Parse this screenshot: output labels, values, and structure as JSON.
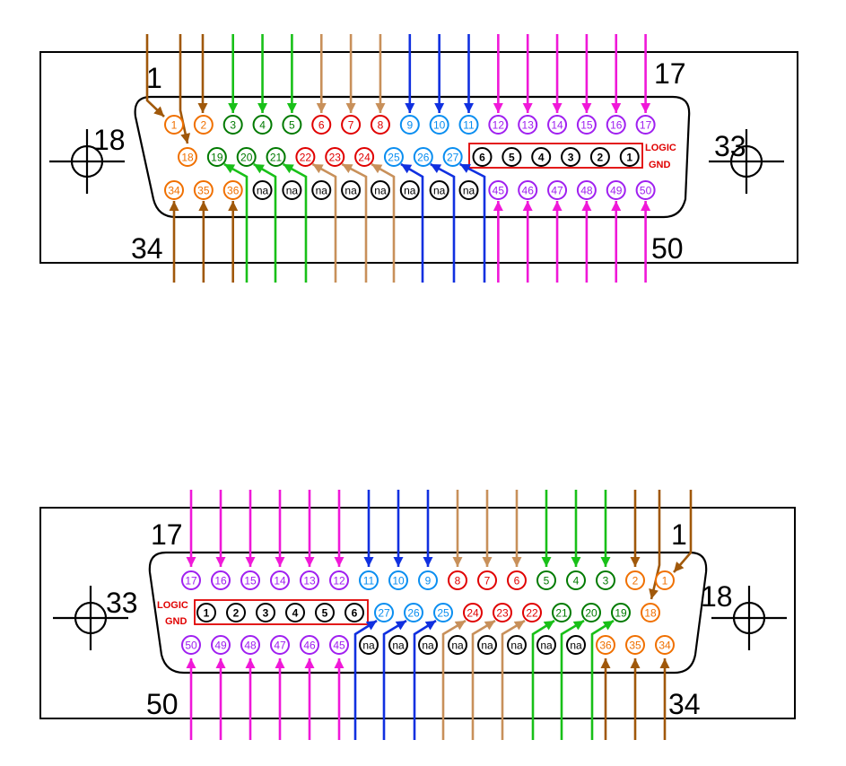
{
  "colors": {
    "orange": "#f07000",
    "dark_green": "#007a00",
    "red": "#e00000",
    "light_blue": "#0a8ef0",
    "purple": "#a020f0",
    "black": "#000000",
    "arrow_dark_brown": "#a0580a",
    "arrow_tan": "#c8905a",
    "arrow_green": "#18c018",
    "arrow_blue": "#1030e0",
    "arrow_magenta": "#f018d8"
  },
  "top_connector": {
    "corners": {
      "tl": "1",
      "tr": "17",
      "left": "18",
      "right": "33",
      "bl": "34",
      "br": "50"
    },
    "row1": [
      {
        "label": "1",
        "color": "orange",
        "arrow": "arrow_dark_brown"
      },
      {
        "label": "2",
        "color": "orange",
        "arrow": "arrow_dark_brown"
      },
      {
        "label": "3",
        "color": "dark_green",
        "arrow": "arrow_green"
      },
      {
        "label": "4",
        "color": "dark_green",
        "arrow": "arrow_green"
      },
      {
        "label": "5",
        "color": "dark_green",
        "arrow": "arrow_green"
      },
      {
        "label": "6",
        "color": "red",
        "arrow": "arrow_tan"
      },
      {
        "label": "7",
        "color": "red",
        "arrow": "arrow_tan"
      },
      {
        "label": "8",
        "color": "red",
        "arrow": "arrow_tan"
      },
      {
        "label": "9",
        "color": "light_blue",
        "arrow": "arrow_blue"
      },
      {
        "label": "10",
        "color": "light_blue",
        "arrow": "arrow_blue"
      },
      {
        "label": "11",
        "color": "light_blue",
        "arrow": "arrow_blue"
      },
      {
        "label": "12",
        "color": "purple",
        "arrow": "arrow_magenta"
      },
      {
        "label": "13",
        "color": "purple",
        "arrow": "arrow_magenta"
      },
      {
        "label": "14",
        "color": "purple",
        "arrow": "arrow_magenta"
      },
      {
        "label": "15",
        "color": "purple",
        "arrow": "arrow_magenta"
      },
      {
        "label": "16",
        "color": "purple",
        "arrow": "arrow_magenta"
      },
      {
        "label": "17",
        "color": "purple",
        "arrow": "arrow_magenta"
      }
    ],
    "row2": [
      {
        "label": "18",
        "color": "orange",
        "arrow": "arrow_dark_brown"
      },
      {
        "label": "19",
        "color": "dark_green",
        "arrow": "arrow_green"
      },
      {
        "label": "20",
        "color": "dark_green",
        "arrow": "arrow_green"
      },
      {
        "label": "21",
        "color": "dark_green",
        "arrow": "arrow_green"
      },
      {
        "label": "22",
        "color": "red",
        "arrow": "arrow_tan"
      },
      {
        "label": "23",
        "color": "red",
        "arrow": "arrow_tan"
      },
      {
        "label": "24",
        "color": "red",
        "arrow": "arrow_tan"
      },
      {
        "label": "25",
        "color": "light_blue",
        "arrow": "arrow_blue"
      },
      {
        "label": "26",
        "color": "light_blue",
        "arrow": "arrow_blue"
      },
      {
        "label": "27",
        "color": "light_blue",
        "arrow": "arrow_blue"
      },
      {
        "label": "6",
        "color": "black",
        "arrow": ""
      },
      {
        "label": "5",
        "color": "black",
        "arrow": ""
      },
      {
        "label": "4",
        "color": "black",
        "arrow": ""
      },
      {
        "label": "3",
        "color": "black",
        "arrow": ""
      },
      {
        "label": "2",
        "color": "black",
        "arrow": ""
      },
      {
        "label": "1",
        "color": "black",
        "arrow": ""
      }
    ],
    "row3": [
      {
        "label": "34",
        "color": "orange",
        "arrow": "arrow_dark_brown"
      },
      {
        "label": "35",
        "color": "orange",
        "arrow": "arrow_dark_brown"
      },
      {
        "label": "36",
        "color": "orange",
        "arrow": "arrow_dark_brown"
      },
      {
        "label": "na",
        "color": "black",
        "arrow": ""
      },
      {
        "label": "na",
        "color": "black",
        "arrow": ""
      },
      {
        "label": "na",
        "color": "black",
        "arrow": ""
      },
      {
        "label": "na",
        "color": "black",
        "arrow": ""
      },
      {
        "label": "na",
        "color": "black",
        "arrow": ""
      },
      {
        "label": "na",
        "color": "black",
        "arrow": ""
      },
      {
        "label": "na",
        "color": "black",
        "arrow": ""
      },
      {
        "label": "na",
        "color": "black",
        "arrow": ""
      },
      {
        "label": "45",
        "color": "purple",
        "arrow": "arrow_magenta"
      },
      {
        "label": "46",
        "color": "purple",
        "arrow": "arrow_magenta"
      },
      {
        "label": "47",
        "color": "purple",
        "arrow": "arrow_magenta"
      },
      {
        "label": "48",
        "color": "purple",
        "arrow": "arrow_magenta"
      },
      {
        "label": "49",
        "color": "purple",
        "arrow": "arrow_magenta"
      },
      {
        "label": "50",
        "color": "purple",
        "arrow": "arrow_magenta"
      }
    ],
    "logic_gnd": [
      "LOGIC",
      "GND"
    ]
  },
  "bottom_connector": {
    "corners": {
      "tl": "17",
      "tr": "1",
      "left": "33",
      "right": "18",
      "bl": "50",
      "br": "34"
    },
    "row1": [
      {
        "label": "17",
        "color": "purple",
        "arrow": "arrow_magenta"
      },
      {
        "label": "16",
        "color": "purple",
        "arrow": "arrow_magenta"
      },
      {
        "label": "15",
        "color": "purple",
        "arrow": "arrow_magenta"
      },
      {
        "label": "14",
        "color": "purple",
        "arrow": "arrow_magenta"
      },
      {
        "label": "13",
        "color": "purple",
        "arrow": "arrow_magenta"
      },
      {
        "label": "12",
        "color": "purple",
        "arrow": "arrow_magenta"
      },
      {
        "label": "11",
        "color": "light_blue",
        "arrow": "arrow_blue"
      },
      {
        "label": "10",
        "color": "light_blue",
        "arrow": "arrow_blue"
      },
      {
        "label": "9",
        "color": "light_blue",
        "arrow": "arrow_blue"
      },
      {
        "label": "8",
        "color": "red",
        "arrow": "arrow_tan"
      },
      {
        "label": "7",
        "color": "red",
        "arrow": "arrow_tan"
      },
      {
        "label": "6",
        "color": "red",
        "arrow": "arrow_tan"
      },
      {
        "label": "5",
        "color": "dark_green",
        "arrow": "arrow_green"
      },
      {
        "label": "4",
        "color": "dark_green",
        "arrow": "arrow_green"
      },
      {
        "label": "3",
        "color": "dark_green",
        "arrow": "arrow_green"
      },
      {
        "label": "2",
        "color": "orange",
        "arrow": "arrow_dark_brown"
      },
      {
        "label": "1",
        "color": "orange",
        "arrow": "arrow_dark_brown"
      }
    ],
    "row2": [
      {
        "label": "1",
        "color": "black",
        "arrow": ""
      },
      {
        "label": "2",
        "color": "black",
        "arrow": ""
      },
      {
        "label": "3",
        "color": "black",
        "arrow": ""
      },
      {
        "label": "4",
        "color": "black",
        "arrow": ""
      },
      {
        "label": "5",
        "color": "black",
        "arrow": ""
      },
      {
        "label": "6",
        "color": "black",
        "arrow": ""
      },
      {
        "label": "27",
        "color": "light_blue",
        "arrow": "arrow_blue"
      },
      {
        "label": "26",
        "color": "light_blue",
        "arrow": "arrow_blue"
      },
      {
        "label": "25",
        "color": "light_blue",
        "arrow": "arrow_blue"
      },
      {
        "label": "24",
        "color": "red",
        "arrow": "arrow_tan"
      },
      {
        "label": "23",
        "color": "red",
        "arrow": "arrow_tan"
      },
      {
        "label": "22",
        "color": "red",
        "arrow": "arrow_tan"
      },
      {
        "label": "21",
        "color": "dark_green",
        "arrow": "arrow_green"
      },
      {
        "label": "20",
        "color": "dark_green",
        "arrow": "arrow_green"
      },
      {
        "label": "19",
        "color": "dark_green",
        "arrow": "arrow_green"
      },
      {
        "label": "18",
        "color": "orange",
        "arrow": "arrow_dark_brown"
      }
    ],
    "row3": [
      {
        "label": "50",
        "color": "purple",
        "arrow": "arrow_magenta"
      },
      {
        "label": "49",
        "color": "purple",
        "arrow": "arrow_magenta"
      },
      {
        "label": "48",
        "color": "purple",
        "arrow": "arrow_magenta"
      },
      {
        "label": "47",
        "color": "purple",
        "arrow": "arrow_magenta"
      },
      {
        "label": "46",
        "color": "purple",
        "arrow": "arrow_magenta"
      },
      {
        "label": "45",
        "color": "purple",
        "arrow": "arrow_magenta"
      },
      {
        "label": "na",
        "color": "black",
        "arrow": ""
      },
      {
        "label": "na",
        "color": "black",
        "arrow": ""
      },
      {
        "label": "na",
        "color": "black",
        "arrow": ""
      },
      {
        "label": "na",
        "color": "black",
        "arrow": ""
      },
      {
        "label": "na",
        "color": "black",
        "arrow": ""
      },
      {
        "label": "na",
        "color": "black",
        "arrow": ""
      },
      {
        "label": "na",
        "color": "black",
        "arrow": ""
      },
      {
        "label": "na",
        "color": "black",
        "arrow": ""
      },
      {
        "label": "36",
        "color": "orange",
        "arrow": "arrow_dark_brown"
      },
      {
        "label": "35",
        "color": "orange",
        "arrow": "arrow_dark_brown"
      },
      {
        "label": "34",
        "color": "orange",
        "arrow": "arrow_dark_brown"
      }
    ],
    "logic_gnd": [
      "LOGIC",
      "GND"
    ]
  }
}
